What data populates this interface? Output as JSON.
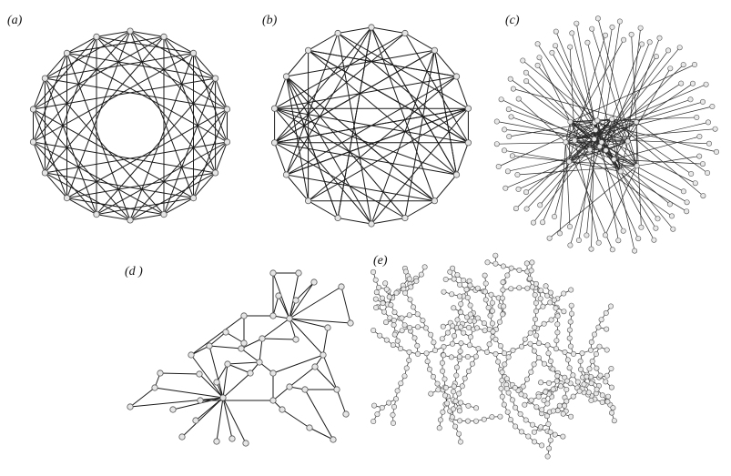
{
  "panels": [
    {
      "id": "a",
      "label": "(a)"
    },
    {
      "id": "b",
      "label": "(b)"
    },
    {
      "id": "c",
      "label": "(c)"
    },
    {
      "id": "d",
      "label": "(d )"
    },
    {
      "id": "e",
      "label": "(e)"
    }
  ]
}
